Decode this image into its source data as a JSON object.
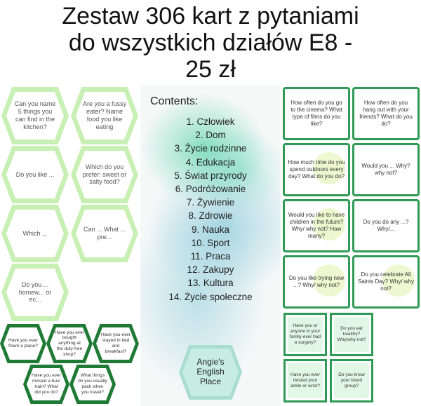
{
  "title": {
    "line1": "Zestaw 306 kart z pytaniami",
    "line2": "do wszystkich działów E8 -",
    "line3": "25 zł"
  },
  "background_hex_cards": [
    "Can you name 5 things you can find in the kitchen?",
    "Are you a fussy eater? Name food you like eating",
    "Do you like ...",
    "Which do you prefer: sweet or salty food?",
    "Which ...",
    "Can ... What ... pre...",
    "Do you ... homew... or ec..."
  ],
  "travel_cards": [
    "Have you ever flown a plane?",
    "Have you ever bought anything at the duty-free shop?",
    "Have you ever stayed in bed and breakfast?",
    "Have you ever missed a bus/ train? What did you do?",
    "What things do you usually pack when you travel?"
  ],
  "family_cards": [
    "How often do you go to the cinema? What type of films do you like?",
    "How often do you hang out with your friends? What do you do?",
    "How much time do you spend outdoors every day? What do you do?",
    "Would you ... Why? why not?",
    "Would you like to have children in the future? Why/ why not? How many?",
    "Do you do any ...? Why/...",
    "Do you like trying new ...? Why/ why not?",
    "Do you celebrate All Saints Day? Why/ why not?"
  ],
  "health_cards": [
    "Have you or anyone in your family ever had a surgery?",
    "Do you eat healthy? Why/why not?",
    "Have you ever twisted your ankle or wrist?",
    "Do you know your blood group?"
  ],
  "document": {
    "heading": "Contents:",
    "items": [
      "1. Człowiek",
      "2. Dom",
      "3. Życie rodzinne",
      "4. Edukacja",
      "5. Świat przyrody",
      "6. Podróżowanie",
      "7. Żywienie",
      "8. Zdrowie",
      "9. Nauka",
      "10. Sport",
      "11. Praca",
      "12. Zakupy",
      "13. Kultura",
      "14. Życie społeczne"
    ],
    "logo": "Angie's English Place"
  },
  "colors": {
    "dark_green": "#1e7a34",
    "card_green": "#2f9a55",
    "pale_green": "#c9f0b4",
    "watercolor": "#7fd3c4"
  }
}
